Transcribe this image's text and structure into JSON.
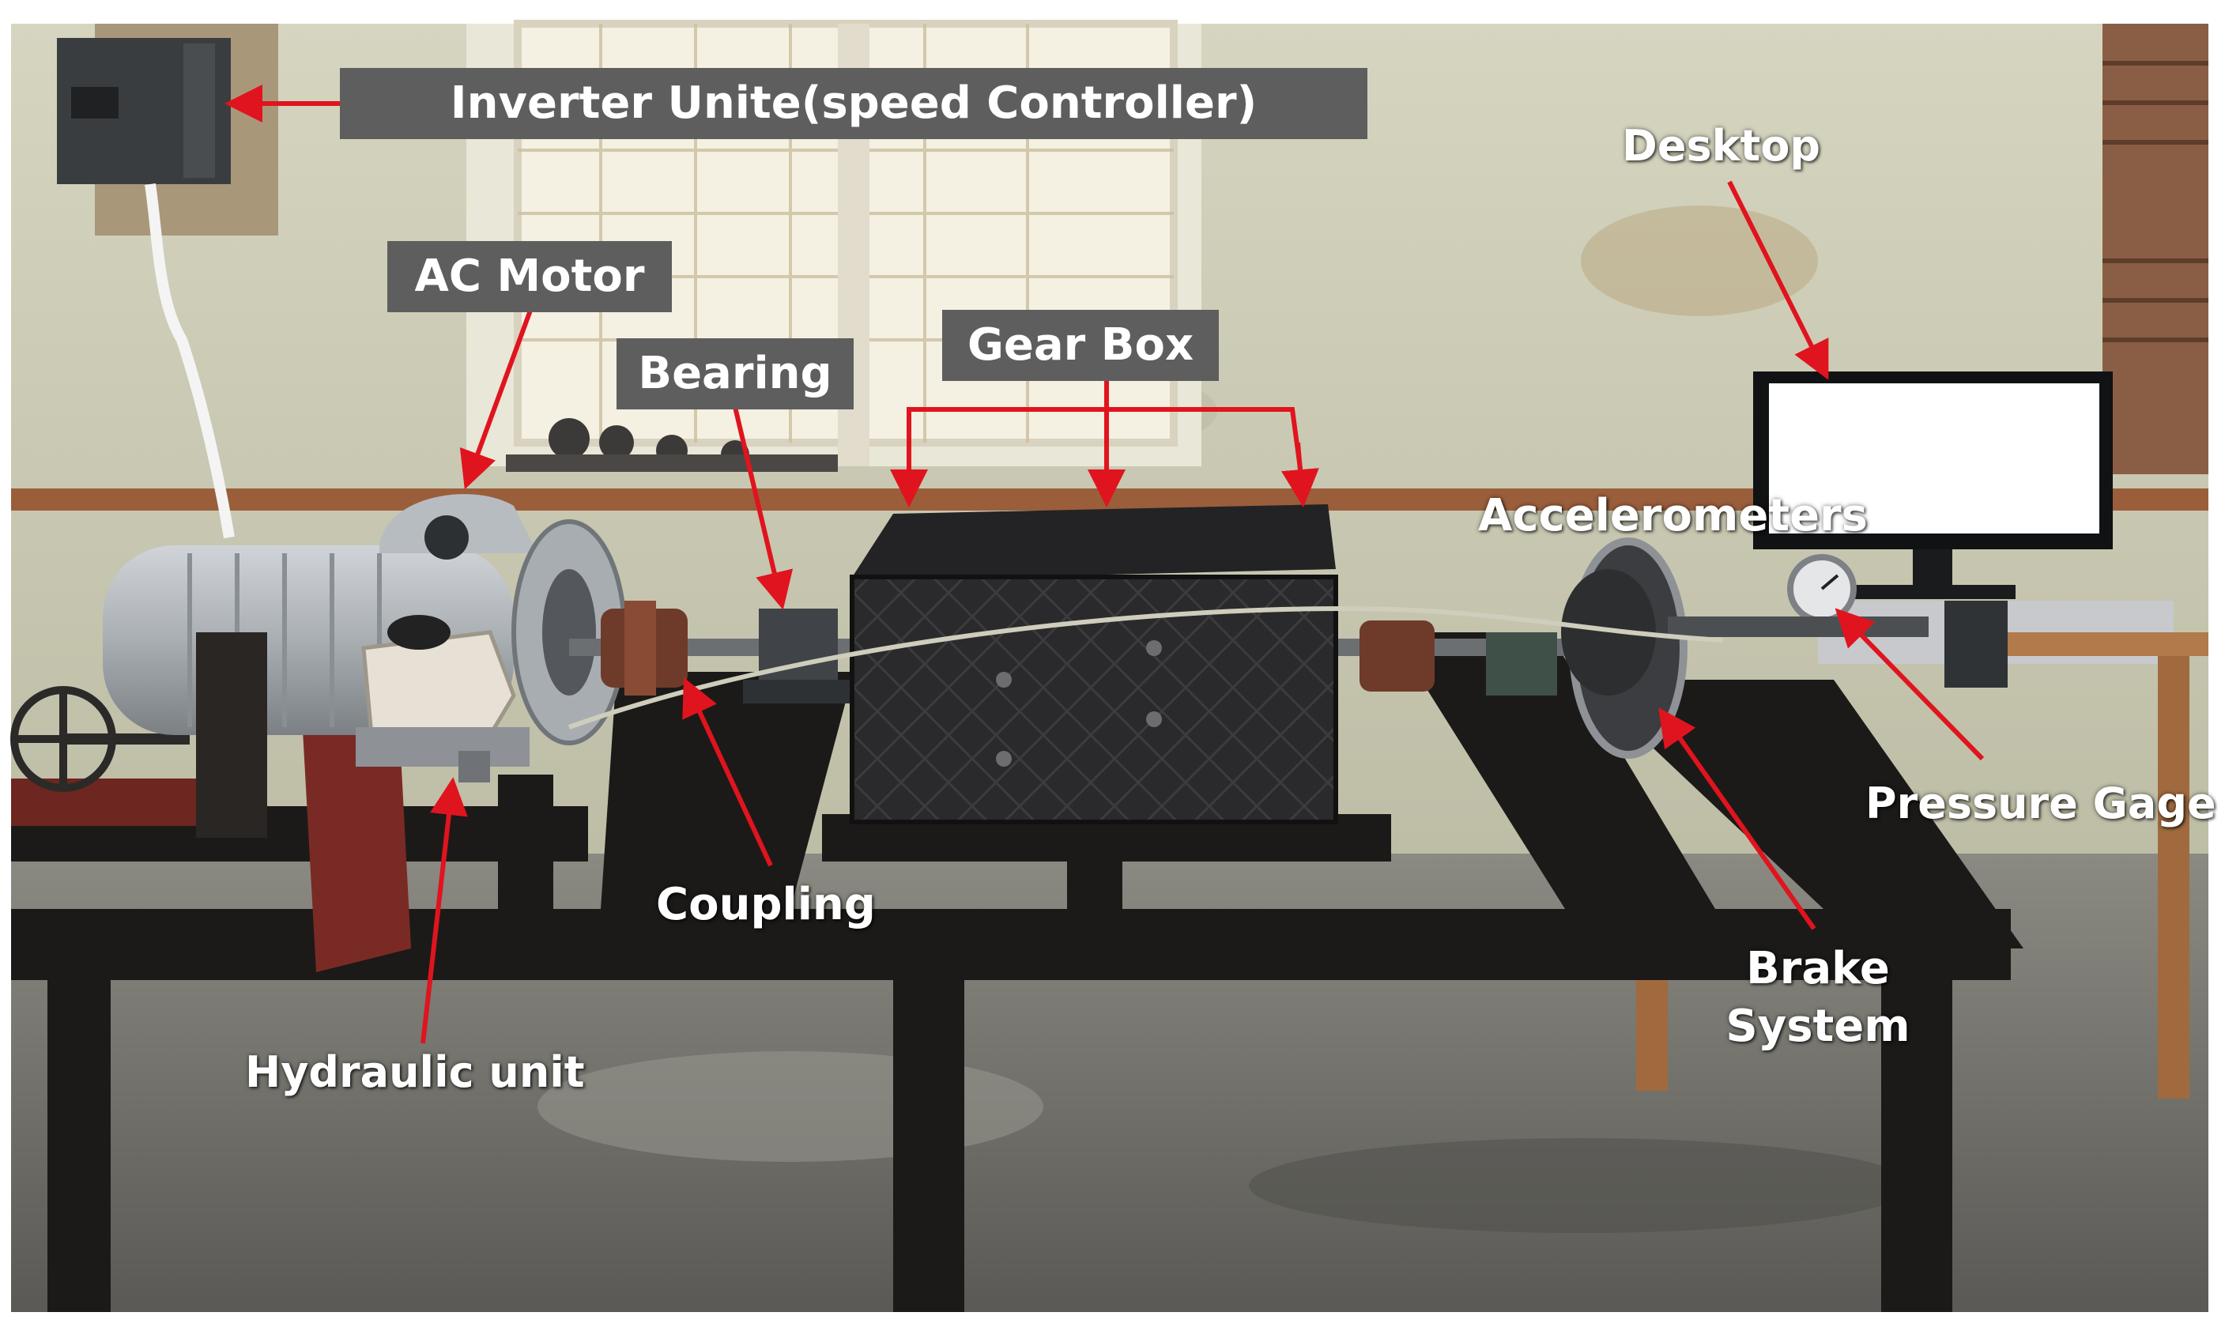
{
  "labels": {
    "inverter": "Inverter Unite(speed Controller)",
    "ac_motor": "AC Motor",
    "bearing": "Bearing",
    "gear_box": "Gear Box",
    "desktop": "Desktop",
    "accelerometers": "Accelerometers",
    "pressure_gage": "Pressure Gage",
    "brake_system": "Brake System",
    "coupling": "Coupling",
    "hydraulic_unit": "Hydraulic unit"
  },
  "colors": {
    "arrow": "#e0141e",
    "label_box": "#5e5e5e",
    "label_text": "#ffffff",
    "wall": "#c9c8b1",
    "floor": "#6f6f6a",
    "frame": "#1c1a18"
  }
}
